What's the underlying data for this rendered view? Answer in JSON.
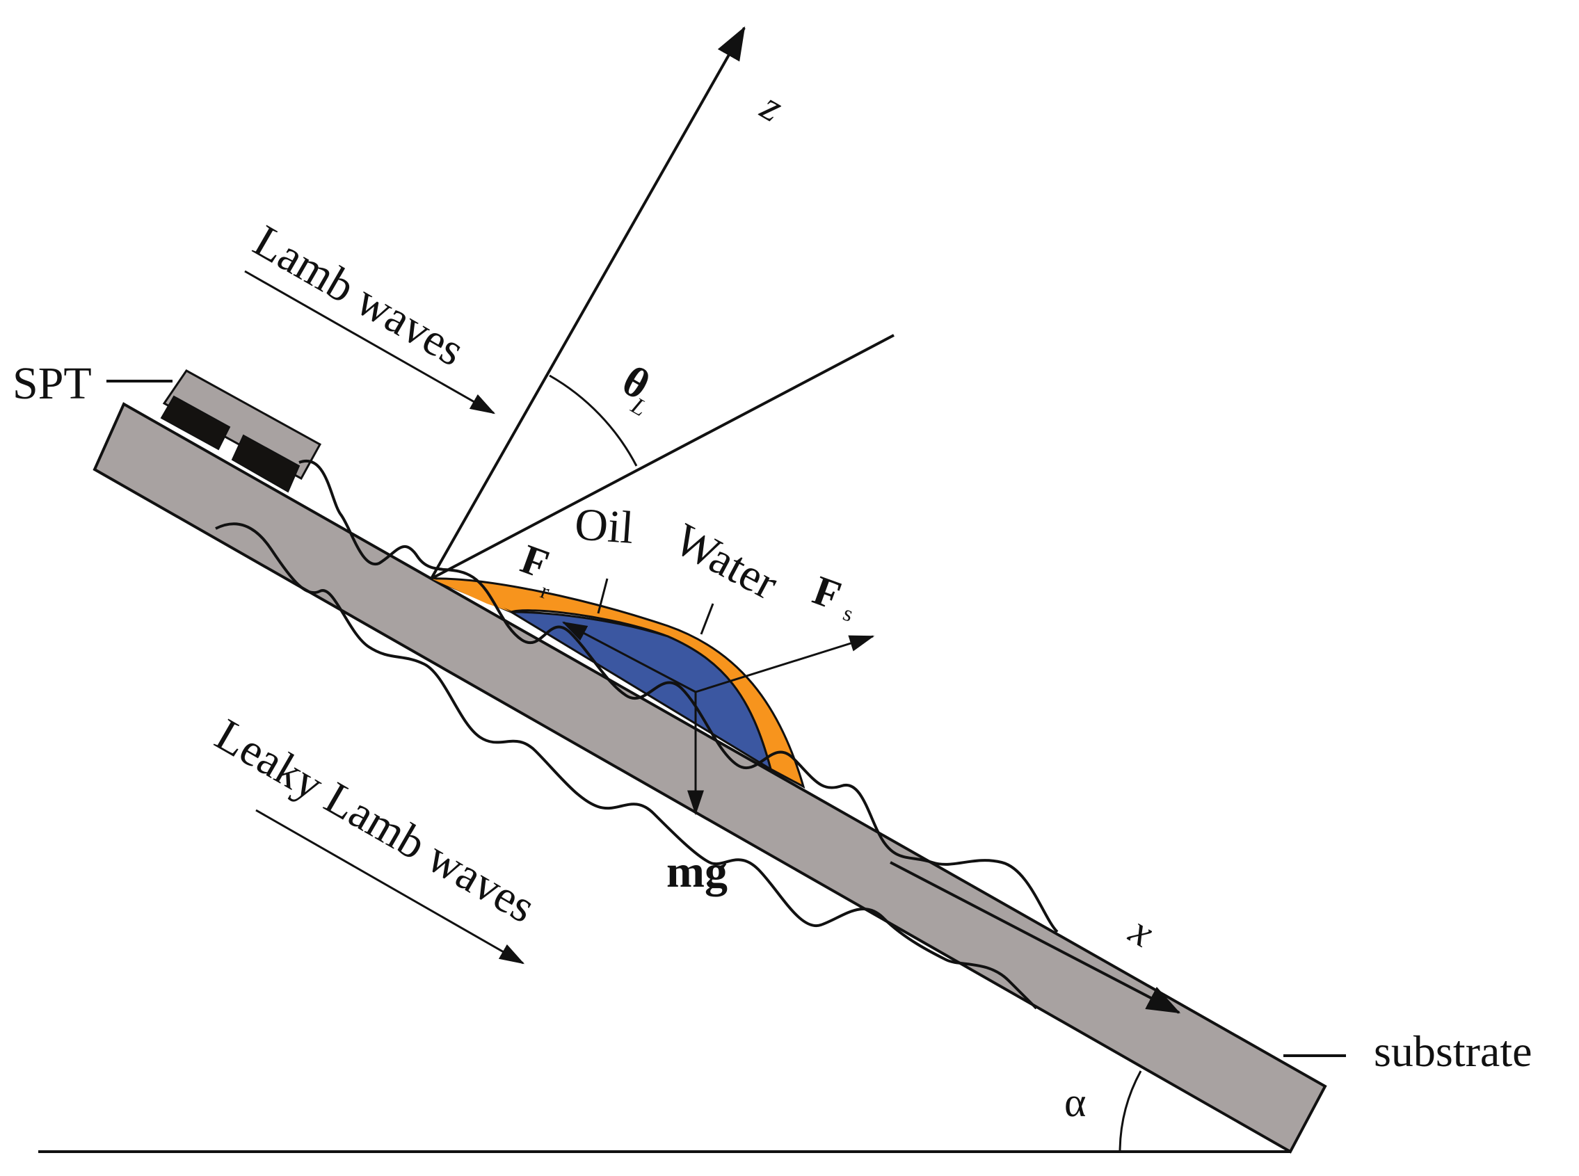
{
  "labels": {
    "spt": "SPT",
    "lamb_waves": "Lamb waves",
    "leaky_lamb_waves": "Leaky Lamb waves",
    "oil": "Oil",
    "water": "Water",
    "substrate": "substrate",
    "z_axis": "z",
    "x_axis": "x",
    "theta": "θ",
    "theta_sub": "L",
    "alpha": "α",
    "force_r": "F",
    "force_r_sub": "r",
    "force_s": "F",
    "force_s_sub": "s",
    "gravity": "mg"
  },
  "colors": {
    "substrate": "#a8a2a1",
    "transducer_body": "#a8a2a1",
    "transducer_electrode": "#141210",
    "oil": "#f7941d",
    "water": "#3b57a1",
    "line": "#111111"
  }
}
